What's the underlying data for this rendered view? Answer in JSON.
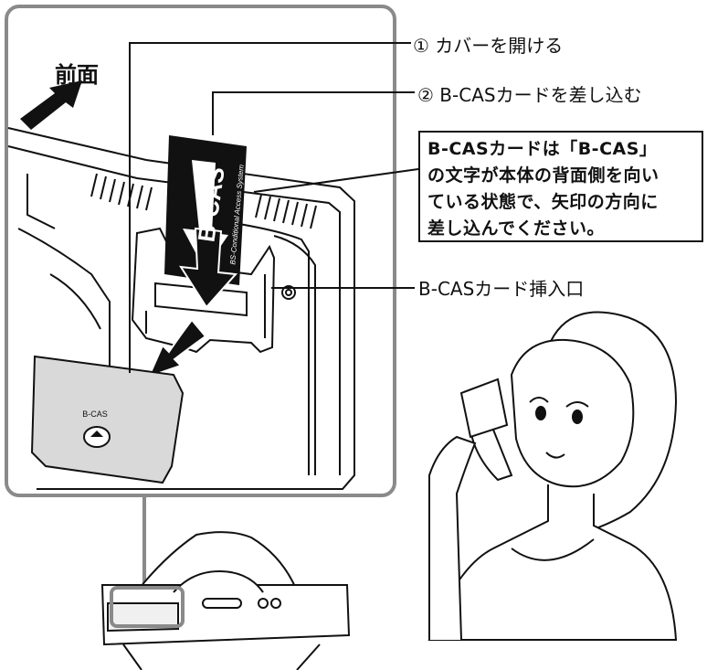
{
  "labels": {
    "front": "前面",
    "step1": "① カバーを開ける",
    "step2": "② B-CASカードを差し込む",
    "slot": "B-CASカード挿入口"
  },
  "note": {
    "lines": [
      "B-CASカードは「B-CAS」",
      "の文字が本体の背面側を向い",
      "ている状態で、矢印の方向に",
      "差し込んでください。"
    ]
  },
  "card": {
    "logo": "B-CAS",
    "subtitle": "BS-Conditional Access System"
  },
  "cover": {
    "logo": "B-CAS"
  }
}
